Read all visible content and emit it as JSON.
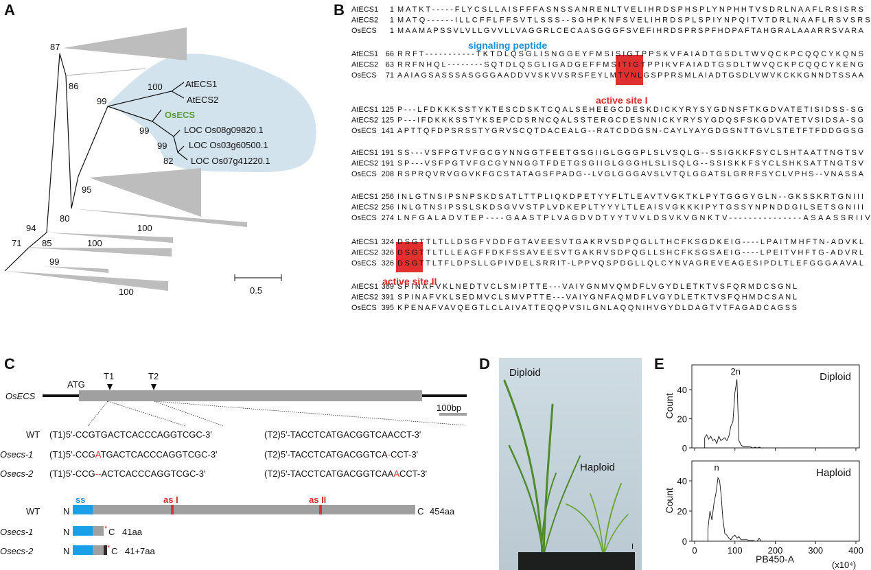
{
  "panels": {
    "a": "A",
    "b": "B",
    "c": "C",
    "d": "D",
    "e": "E"
  },
  "tree": {
    "bootstrap": {
      "n87": "87",
      "n86": "86",
      "n99a": "99",
      "n100a": "100",
      "n99b": "99",
      "n99c": "99",
      "n82": "82",
      "n95": "95",
      "n80": "80",
      "n100b": "100",
      "n94": "94",
      "n71": "71",
      "n85": "85",
      "n100c": "100",
      "n99d": "99",
      "n100d": "100"
    },
    "leaves": [
      "AtECS1",
      "AtECS2",
      "OsECS",
      "LOC Os08g09820.1",
      "LOC Os03g60500.1",
      "LOC Os07g41220.1"
    ],
    "scale_label": "0.5",
    "highlight_color": "#d2e3ed",
    "osecs_color": "#5a9a3a"
  },
  "alignment": {
    "signal_label": "signaling peptide",
    "active_site_1_label": "active site I",
    "active_site_2_label": "active site II",
    "blocks": [
      {
        "rows": [
          {
            "name": "AtECS1",
            "start": "1",
            "seq": "MATKT-----FLYCSLLAISFFFASNSSANRENLTVELIHRDSPHSPLYNPHHTVSDRLNAAFLRSISRS"
          },
          {
            "name": "AtECS2",
            "start": "1",
            "seq": "MATQ------ILLCFFLFFSVTLSSS--SGHPKNFSVELIHRDSPLSPIYNPQITVTDRLNAAFLRSVSRS"
          },
          {
            "name": "OsECS",
            "start": "1",
            "seq": "MAAMAPSSVLVLLGVVLLVAGGRLCECAASGGGFSVEFIHRDSPRSPFHDPAFTAHGRALAAARRSVARA"
          }
        ]
      },
      {
        "rows": [
          {
            "name": "AtECS1",
            "start": "66",
            "seq": "RRFT-----------TKTDLQSGLISNGGEYFMSISIGTPPSKVFAIADTGSDLTWVQCKPCQQCYKQNS"
          },
          {
            "name": "AtECS2",
            "start": "63",
            "seq": "RRFNHQL--------SQTDLQSGLIGADGEFFMSITIGTPPIKVFAIADTGSDLTWVQCKPCQQCYKENG"
          },
          {
            "name": "OsECS",
            "start": "71",
            "seq": "AAIAGSASSSASGGGAADDVVSKVVSRSFEYLMTVNLGSPPRSMLAIADTGSDLVWVKCKKGNNDTSSAA"
          }
        ]
      },
      {
        "rows": [
          {
            "name": "AtECS1",
            "start": "125",
            "seq": "P---LFDKKKSSTYKTESCDSKTCQALSEHEEGCDESKDICKYRYSYGDNSFTKGDVATETISIDSS-SG"
          },
          {
            "name": "AtECS2",
            "start": "125",
            "seq": "P---IFDKKKSSTYKSEPCDSRNCQALSSTERGCDESNNICKYRYSYGDQSFSKGDVATETVSIDSA-SG"
          },
          {
            "name": "OsECS",
            "start": "141",
            "seq": "APTTQFDPSRSSTYGRVSCQTDACEALG--RATCDDGSN-CAYLYAYGDGSNTTGVLSTETFTFDDGGSG"
          }
        ]
      },
      {
        "rows": [
          {
            "name": "AtECS1",
            "start": "191",
            "seq": "SS---VSFPGTVFGCGYNNGGTFEETGSGIIGLGGGPLSLVSQLG--SSIGKKFSYCLSHTAATTNGTSV"
          },
          {
            "name": "AtECS2",
            "start": "191",
            "seq": "SP---VSFPGTVFGCGYNNGGTFDETGSGIIGLGGGHLSLISQLG--SSISKKFSYCLSHKSATTNGTSV"
          },
          {
            "name": "OsECS",
            "start": "208",
            "seq": "RSPRQVRVGGVKFGCSTATAGSFPADG--LVGLGGGAVSLVTQLGGATSLGRRFSYCLVPHS--VNASSA"
          }
        ]
      },
      {
        "rows": [
          {
            "name": "AtECS1",
            "start": "256",
            "seq": "INLGTNSIPSNPSKDSATLTTPLIQKDPETYYFLTLEAVTVGKTKLPYTGGGYGLN--GKSSKRTGNIII"
          },
          {
            "name": "AtECS2",
            "start": "256",
            "seq": "INLGTNSIPSSLSKDSGVVSTPLVDKEPLTYYYLTLEAISVGKKKIPYTGSSYNPNDDGILSETSGNIII"
          },
          {
            "name": "OsECS",
            "start": "274",
            "seq": "LNFGALADVTEP----GAASTPLVAGDVDTYYTVVLDSVKVGNKTV---------------ASAASSRIIV"
          }
        ]
      },
      {
        "rows": [
          {
            "name": "AtECS1",
            "start": "324",
            "seq": "DSGTTLTLLDSGFYDDFGTAVEESVTGAKRVSDPQGLLTHCFKSGDKEIG----LPAITMHFTN-ADVKL"
          },
          {
            "name": "AtECS2",
            "start": "326",
            "seq": "DSGTTLTLLEAGFFDKFSSAVEESVTGAKRVSDPQGLLSHCFKSGSAEIG----LPEITVHFTG-ADVRL"
          },
          {
            "name": "OsECS",
            "start": "326",
            "seq": "DSGTTLTFLDPSLLGPIVDELSRRIT-LPPVQSPDGLLQLCYNVAGREVEAGESIPDLTLEFGGGAAVAL"
          }
        ]
      },
      {
        "rows": [
          {
            "name": "AtECS1",
            "start": "389",
            "seq": "SPINAFVKLNEDTVCLSMIPTTE---VAIYGNMVQMDFLVGYDLETKTVSFQRMDCSGNL"
          },
          {
            "name": "AtECS2",
            "start": "391",
            "seq": "SPINAFVKLSEDMVCLSMVPTTE---VAIYGNFAQMDFLVGYDLETKTVSFQHMDCSANL"
          },
          {
            "name": "OsECS",
            "start": "395",
            "seq": "KPENAFVAVQEGTLCLAIVATTEQQPVSILGNLAQQNIHVGYDLDAGTVTFAGADCAGSS"
          }
        ]
      }
    ],
    "colors": {
      "identical": "#000000",
      "similar": "#c0c0c0",
      "signal": "#1e8ed6",
      "active_site": "#e03030",
      "cysteine": "#f5e000"
    }
  },
  "gene": {
    "name": "OsECS",
    "atg": "ATG",
    "t1": "T1",
    "t2": "T2",
    "scale": "100bp",
    "targets": [
      {
        "label": "WT",
        "t1_tag": "(T1)",
        "t1_seq": "5'-CCGTGACTCACCCAGGTCGC-3'",
        "t2_tag": "(T2)",
        "t2_seq": "5'-TACCTCATGACGGTCAACCT-3'"
      },
      {
        "label": "Osecs-1",
        "t1_tag": "(T1)",
        "t1_pre": "5'-CCG",
        "t1_mut": "A",
        "t1_post": "TGACTCACCCAGGTCGC-3'",
        "t2_tag": "(T2)",
        "t2_pre": "5'-TACCTCATGACGGTCA",
        "t2_mut": "-",
        "t2_post": "CCT-3'"
      },
      {
        "label": "Osecs-2",
        "t1_tag": "(T1)",
        "t1_pre": "5'-CCG",
        "t1_mut": "--",
        "t1_post": "ACTCACCCAGGTCGC-3'",
        "t2_tag": "(T2)",
        "t2_pre": "5'-TACCTCATGACGGTCAA",
        "t2_mut": "A",
        "t2_post": "CCT-3'"
      }
    ]
  },
  "protein": {
    "ss": "ss",
    "as1": "as I",
    "as2": "as II",
    "rows": [
      {
        "label": "WT",
        "n": "N",
        "c": "C",
        "length": "454aa"
      },
      {
        "label": "Osecs-1",
        "n": "N",
        "c": "C",
        "length": "41aa",
        "stop": "*"
      },
      {
        "label": "Osecs-2",
        "n": "N",
        "c": "C",
        "length": "41+7aa",
        "stop": "*"
      }
    ]
  },
  "photo": {
    "diploid": "Diploid",
    "haploid": "Haploid",
    "scale_mark": "I"
  },
  "chart_data": [
    {
      "type": "line",
      "title": "Diploid",
      "peak_label": "2n",
      "xlabel": "PB450-A",
      "xunit": "(x10⁴)",
      "ylabel": "Count",
      "xlim": [
        0,
        400
      ],
      "ylim": [
        0,
        55
      ],
      "xticks": [
        "0",
        "100",
        "200",
        "300",
        "400"
      ],
      "yticks": [
        "0",
        "20",
        "40"
      ],
      "x": [
        25,
        30,
        35,
        40,
        45,
        50,
        55,
        60,
        65,
        70,
        75,
        80,
        85,
        90,
        95,
        100,
        105,
        110,
        115,
        120,
        125,
        130,
        135,
        140,
        145,
        150,
        155,
        160,
        165,
        170
      ],
      "y": [
        7,
        9,
        6,
        8,
        5,
        6,
        3,
        8,
        5,
        6,
        7,
        5,
        8,
        15,
        18,
        38,
        47,
        5,
        2,
        1,
        1,
        1,
        1,
        0.5,
        0,
        0.5,
        0,
        0.5,
        0,
        0
      ]
    },
    {
      "type": "line",
      "title": "Haploid",
      "peak_label": "n",
      "xlabel": "PB450-A",
      "xunit": "(x10⁴)",
      "ylabel": "Count",
      "xlim": [
        0,
        400
      ],
      "ylim": [
        0,
        55
      ],
      "xticks": [
        "0",
        "100",
        "200",
        "300",
        "400"
      ],
      "yticks": [
        "0",
        "20",
        "40"
      ],
      "x": [
        33,
        38,
        43,
        48,
        53,
        58,
        62,
        66,
        70,
        75,
        80,
        85,
        90,
        95,
        100,
        105,
        110,
        115,
        120,
        125,
        130,
        135,
        140,
        145,
        150,
        155,
        160,
        165,
        170
      ],
      "y": [
        8,
        20,
        14,
        25,
        32,
        42,
        40,
        30,
        15,
        5,
        4,
        2,
        1,
        3,
        4,
        2,
        3,
        1,
        1,
        1,
        1,
        0.5,
        0.5,
        0.5,
        0,
        0,
        2,
        0,
        0
      ]
    }
  ]
}
